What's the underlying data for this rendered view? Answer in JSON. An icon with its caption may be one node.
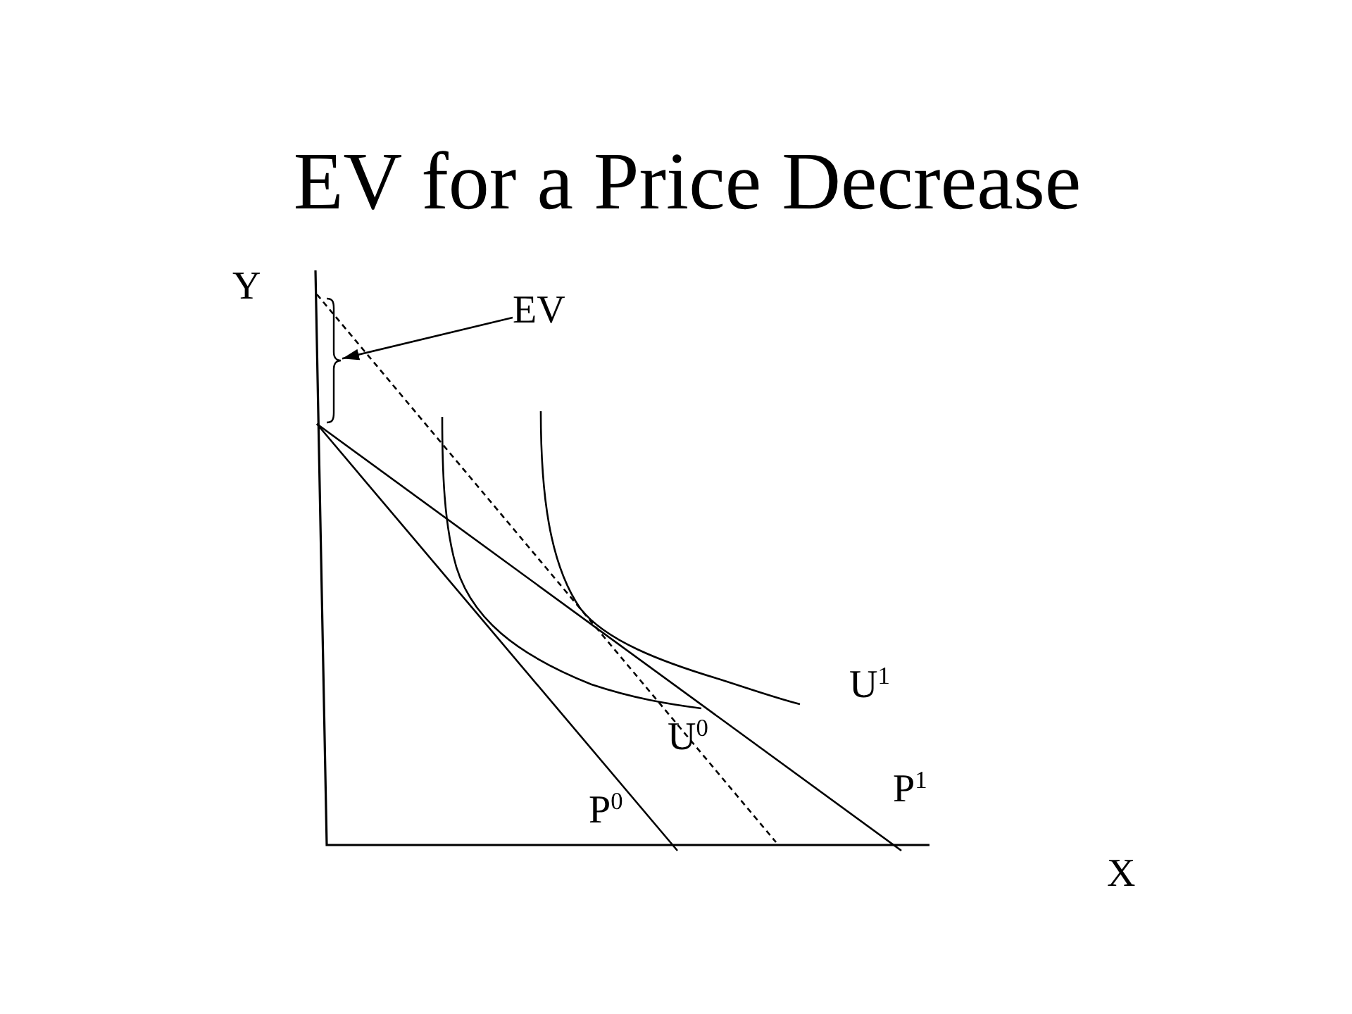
{
  "diagram": {
    "title": "EV for a Price Decrease",
    "nodes": [
      {
        "text": [
          "EV"
        ]
      },
      {
        "text": [],
        "shape": "bracket"
      }
    ],
    "edges": [
      {
        "from": 0,
        "to": 1,
        "arrow": "to"
      }
    ],
    "labels": [
      "Y",
      "U$^{1}$",
      "U$^{0}$",
      "P$^{1}$",
      "P$^{0}$",
      "X"
    ]
  }
}
